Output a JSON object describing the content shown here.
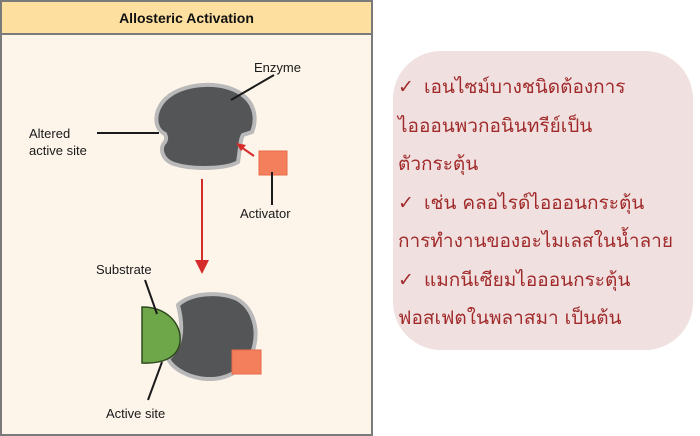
{
  "diagram": {
    "title": "Allosteric Activation",
    "labels": {
      "enzyme": "Enzyme",
      "altered_active_site_line1": "Altered",
      "altered_active_site_line2": "active site",
      "activator": "Activator",
      "substrate": "Substrate",
      "active_site": "Active site"
    },
    "colors": {
      "enzyme": "#545557",
      "enzyme_outline": "#b9b9b9",
      "activator": "#f47f5d",
      "substrate": "#6ea64a",
      "arrow": "#d62b2b",
      "header": "#fddf9f",
      "panel": "#fdf4ea"
    }
  },
  "info_box": {
    "check_icon": "✓",
    "lines": [
      {
        "check": true,
        "text": "เอนไซม์บางชนิดต้องการ"
      },
      {
        "check": false,
        "text": "ไอออนพวกอนินทรีย์เป็น"
      },
      {
        "check": false,
        "text": "ตัวกระตุ้น"
      },
      {
        "check": true,
        "text": "เช่น คลอไรด์ไอออนกระตุ้น"
      },
      {
        "check": false,
        "text": "การทำงานของอะไมเลสในน้ำลาย"
      },
      {
        "check": true,
        "text": "แมกนีเซียมไอออนกระตุ้น"
      },
      {
        "check": false,
        "text": "ฟอสเฟตในพลาสมา เป็นต้น"
      }
    ],
    "colors": {
      "background": "#f0e0e0",
      "text": "#a12a2a"
    }
  }
}
